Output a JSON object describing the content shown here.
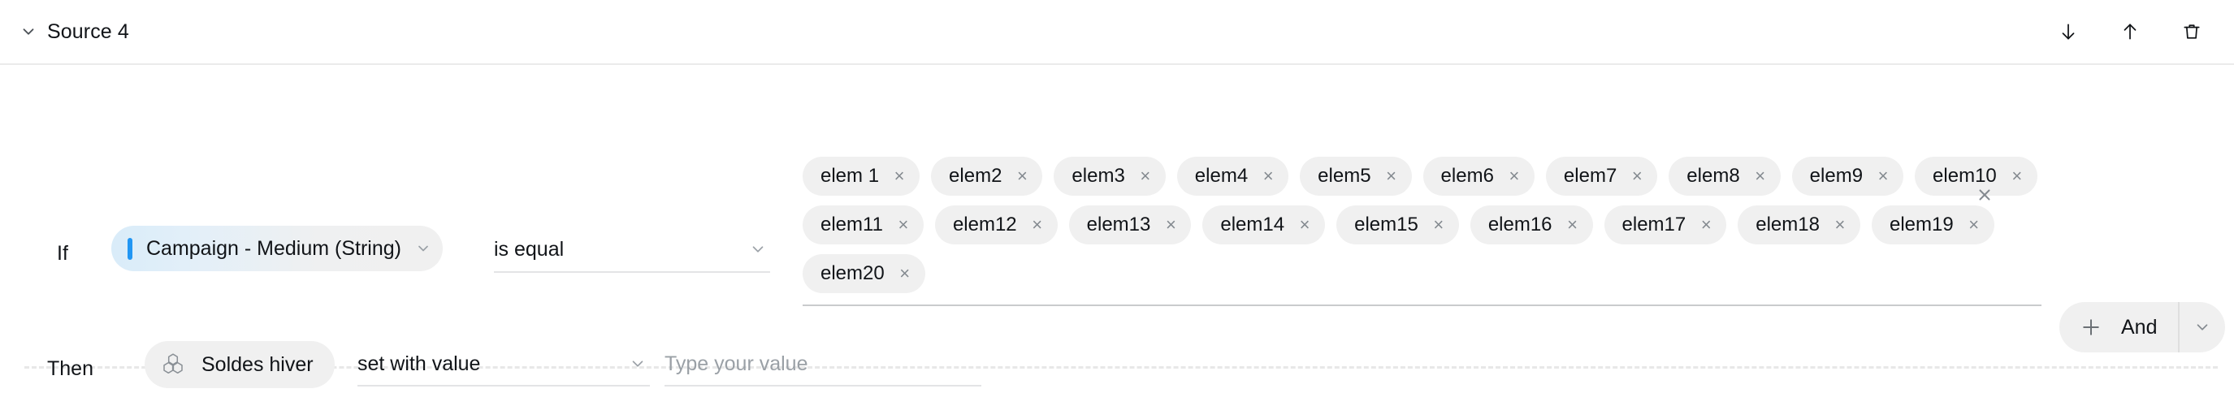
{
  "header": {
    "collapse_icon": "chevron-down-icon",
    "title": "Source 4",
    "actions": [
      {
        "name": "move-down-button",
        "icon": "arrow-down-icon"
      },
      {
        "name": "move-up-button",
        "icon": "arrow-up-icon"
      },
      {
        "name": "delete-button",
        "icon": "trash-icon"
      }
    ]
  },
  "if_section": {
    "label": "If",
    "field": {
      "value": "Campaign - Medium (String)",
      "accent_color": "#2196f3",
      "chevron": "chevron-down-icon"
    },
    "operator": {
      "value": "is equal",
      "chevron": "chevron-down-icon"
    },
    "tags": [
      "elem 1",
      "elem2",
      "elem3",
      "elem4",
      "elem5",
      "elem6",
      "elem7",
      "elem8",
      "elem9",
      "elem10",
      "elem11",
      "elem12",
      "elem13",
      "elem14",
      "elem15",
      "elem16",
      "elem17",
      "elem18",
      "elem19",
      "elem20"
    ],
    "tag_remove_glyph": "×",
    "clear_all_icon": "close-icon",
    "add_condition": {
      "plus_icon": "plus-icon",
      "label": "And",
      "chevron": "chevron-down-icon"
    }
  },
  "then_section": {
    "label": "Then",
    "target": {
      "icon": "hexagon-cluster-icon",
      "value": "Soldes hiver"
    },
    "action": {
      "value": "set with value",
      "chevron": "chevron-down-icon"
    },
    "value_field": {
      "value": "",
      "placeholder": "Type your value"
    }
  },
  "colors": {
    "accent": "#2196f3",
    "chip_background": "#f0f0f0",
    "border": "#e3e4e6",
    "text": "#111418",
    "muted_text": "#9aa0a6"
  }
}
